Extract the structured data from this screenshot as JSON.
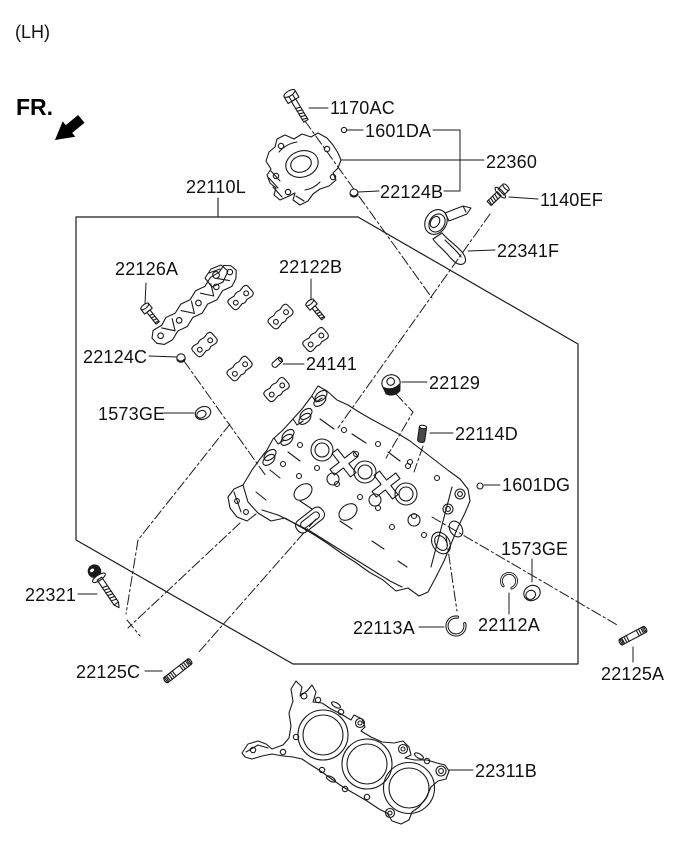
{
  "header": {
    "view_tag": "(LH)",
    "front_marker": "FR.",
    "fr_arrow_icon": "bold-arrow-down-left"
  },
  "parts": {
    "p22110l": {
      "code": "22110L"
    },
    "p1170ac": {
      "code": "1170AC"
    },
    "p1601da": {
      "code": "1601DA"
    },
    "p22360": {
      "code": "22360"
    },
    "p22124b": {
      "code": "22124B"
    },
    "p1140ef": {
      "code": "1140EF"
    },
    "p22341f": {
      "code": "22341F"
    },
    "p22126a": {
      "code": "22126A"
    },
    "p22122b": {
      "code": "22122B"
    },
    "p22124c": {
      "code": "22124C"
    },
    "p24141": {
      "code": "24141"
    },
    "p1573ge_a": {
      "code": "1573GE"
    },
    "p22129": {
      "code": "22129"
    },
    "p22114d": {
      "code": "22114D"
    },
    "p1601dg": {
      "code": "1601DG"
    },
    "p1573ge_b": {
      "code": "1573GE"
    },
    "p22321": {
      "code": "22321"
    },
    "p22125c": {
      "code": "22125C"
    },
    "p22113a": {
      "code": "22113A"
    },
    "p22112a": {
      "code": "22112A"
    },
    "p22125a": {
      "code": "22125A"
    },
    "p22311b": {
      "code": "22311B"
    }
  },
  "style": {
    "line_color": "#1a1a1a",
    "background": "#ffffff"
  }
}
